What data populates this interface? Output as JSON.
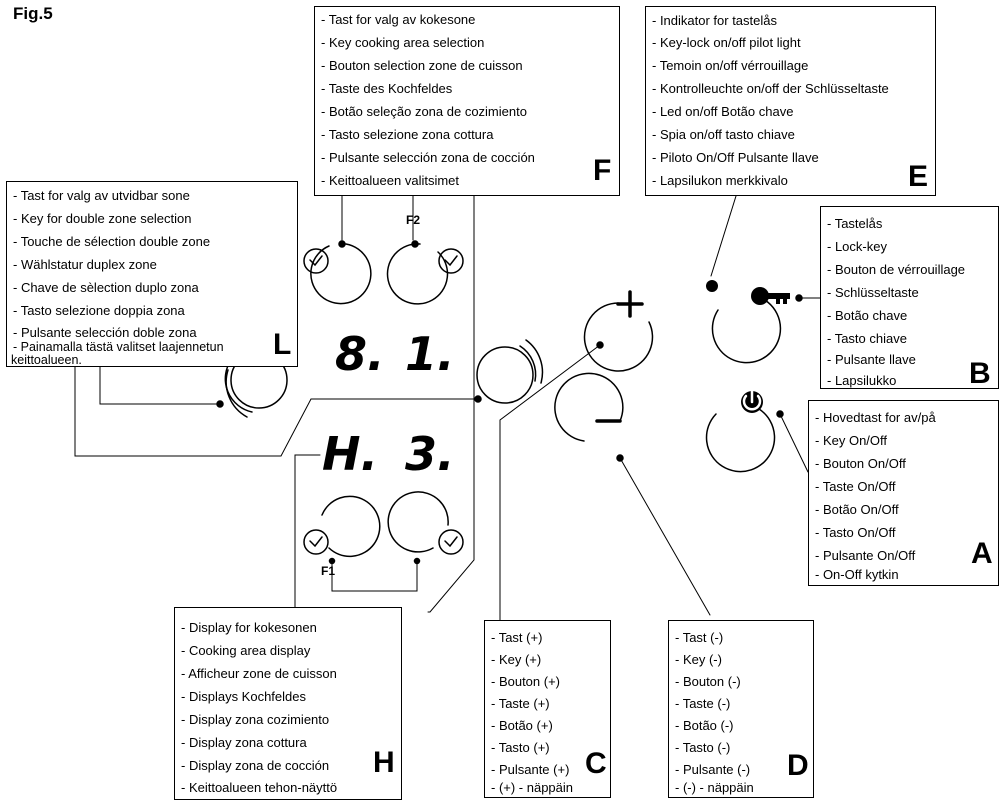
{
  "figure_label": "Fig.5",
  "boxes": {
    "F": {
      "letter": "F",
      "lines": [
        "- Tast for valg av kokesone",
        "- Key cooking area selection",
        "- Bouton selection zone de cuisson",
        "- Taste  des Kochfeldes",
        "- Botão seleção zona de cozimiento",
        "- Tasto selezione zona cottura",
        "- Pulsante selección zona de cocción",
        "- Keittoalueen valitsimet"
      ]
    },
    "E": {
      "letter": "E",
      "lines": [
        "- Indikator for tastelås",
        "- Key-lock on/off pilot light",
        "- Temoin on/off vérrouillage",
        "- Kontrolleuchte on/off der Schlüsseltaste",
        "- Led on/off Botão chave",
        "- Spia on/off tasto chiave",
        "- Piloto On/Off Pulsante llave",
        "- Lapsilukon merkkivalo"
      ]
    },
    "L": {
      "letter": "L",
      "lines": [
        "- Tast for valg av utvidbar sone",
        "- Key for double zone selection",
        "- Touche de sélection double zone",
        "- Wählstatur duplex zone",
        "- Chave de sèlection duplo zona",
        "- Tasto selezione doppia zona",
        "- Pulsante  selección doble zona",
        "- Painamalla tästä valitset laajennetun",
        "keittoalueen."
      ]
    },
    "B": {
      "letter": "B",
      "lines": [
        "- Tastelås",
        "- Lock-key",
        "- Bouton de vérrouillage",
        "- Schlüsseltaste",
        "- Botão chave",
        "- Tasto chiave",
        " - Pulsante llave",
        " - Lapsilukko"
      ]
    },
    "A": {
      "letter": "A",
      "lines": [
        "- Hovedtast for av/på",
        "- Key On/Off",
        "- Bouton On/Off",
        "- Taste  On/Off",
        "- Botão On/Off",
        "- Tasto On/Off",
        "- Pulsante On/Off",
        "- On-Off kytkin"
      ]
    },
    "H": {
      "letter": "H",
      "lines": [
        "- Display for kokesonen",
        "- Cooking area display",
        "- Afficheur zone de cuisson",
        "- Displays Kochfeldes",
        "- Display zona cozimiento",
        "- Display zona cottura",
        "- Display zona de cocción",
        "- Keittoalueen tehon-näyttö"
      ]
    },
    "C": {
      "letter": "C",
      "lines": [
        "- Tast (+)",
        "- Key (+)",
        "- Bouton (+)",
        "- Taste  (+)",
        "- Botão (+)",
        "- Tasto  (+)",
        "- Pulsante  (+)",
        "- (+) - näppäin"
      ]
    },
    "D": {
      "letter": "D",
      "lines": [
        "- Tast (-)",
        " - Key (-)",
        " - Bouton (-)",
        " - Taste  (-)",
        " - Botão (-)",
        " - Tasto  (-)",
        " - Pulsante  (-)",
        " - (-) - näppäin"
      ]
    }
  },
  "displays": {
    "top_left": "8.",
    "top_right": "1.",
    "bottom_left": "H.",
    "bottom_right": "3."
  },
  "zone_labels": {
    "f2": "F2",
    "f1": "F1"
  }
}
